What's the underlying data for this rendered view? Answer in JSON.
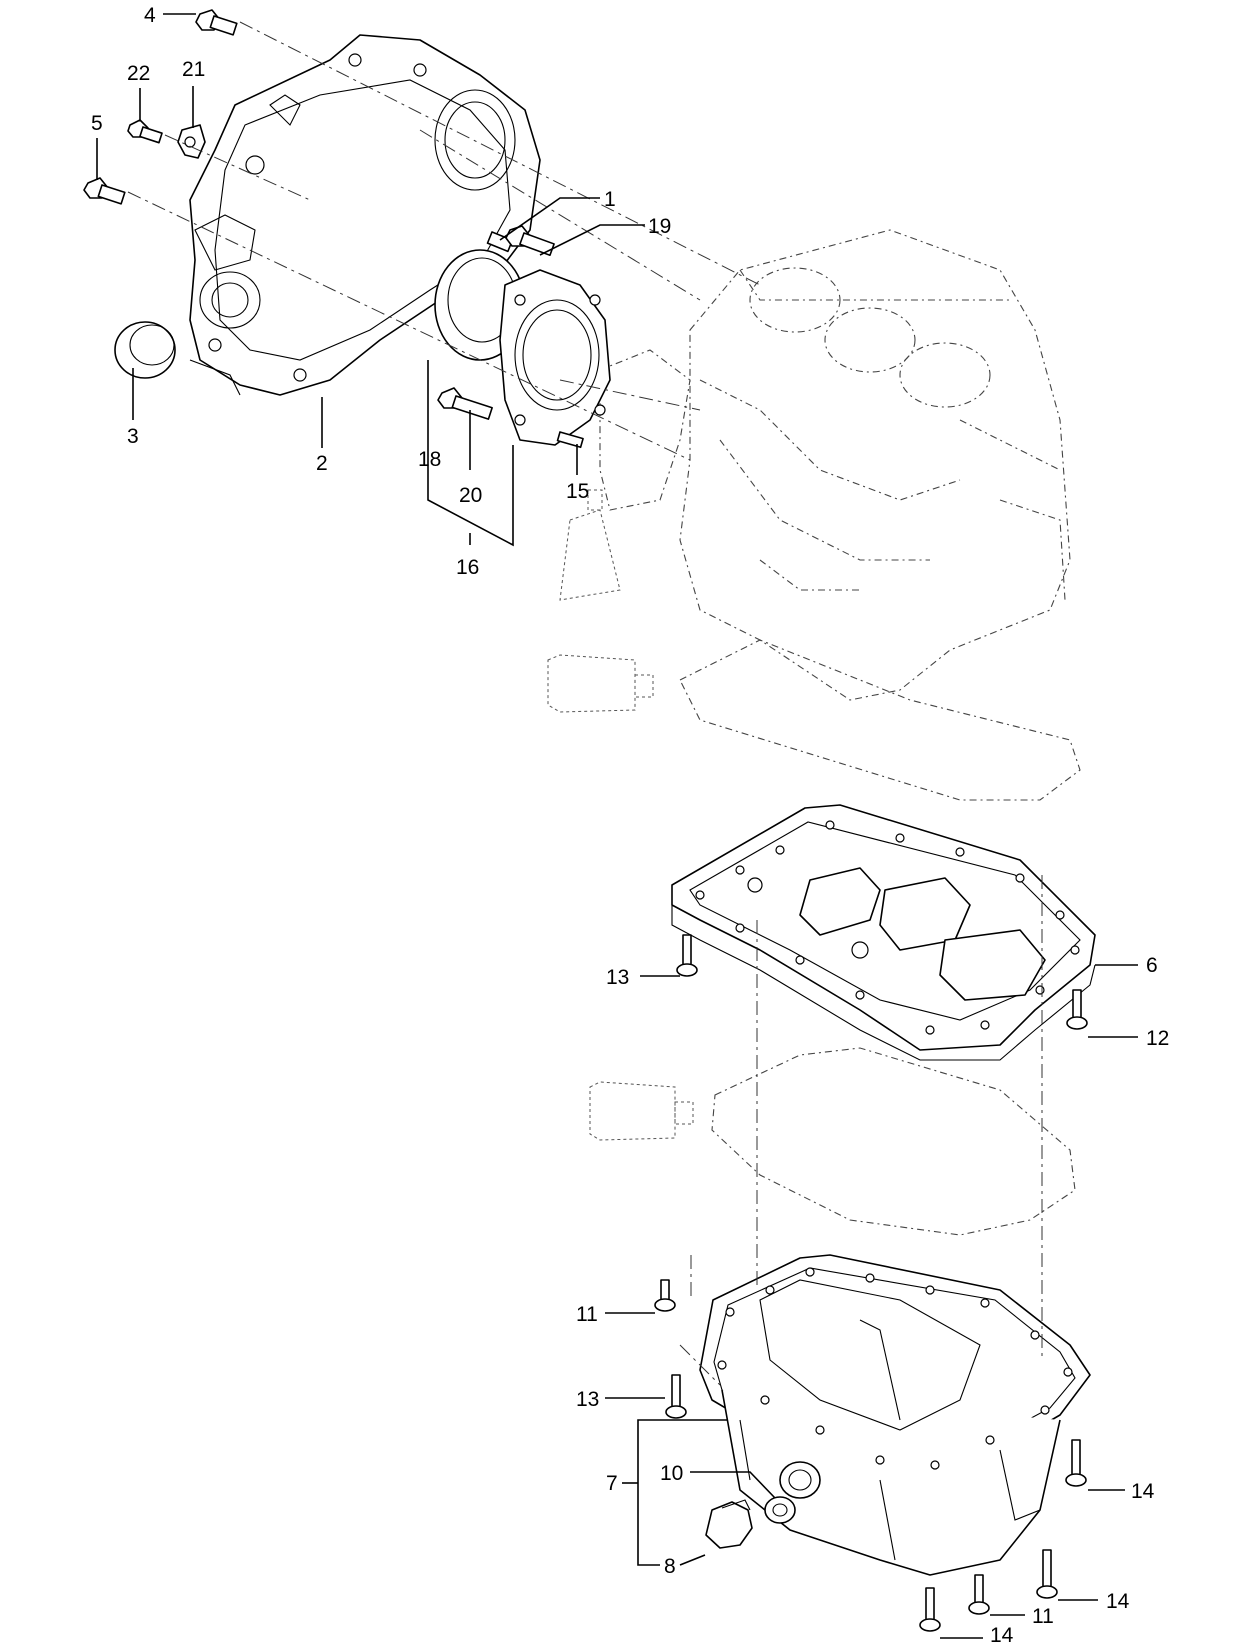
{
  "callouts": {
    "c1": "1",
    "c2": "2",
    "c3": "3",
    "c4": "4",
    "c5": "5",
    "c6": "6",
    "c7": "7",
    "c8": "8",
    "c10": "10",
    "c11a": "11",
    "c11b": "11",
    "c12": "12",
    "c13a": "13",
    "c13b": "13",
    "c14a": "14",
    "c14b": "14",
    "c14c": "14",
    "c15": "15",
    "c16": "16",
    "c18": "18",
    "c19": "19",
    "c20": "20",
    "c21": "21",
    "c22": "22"
  }
}
